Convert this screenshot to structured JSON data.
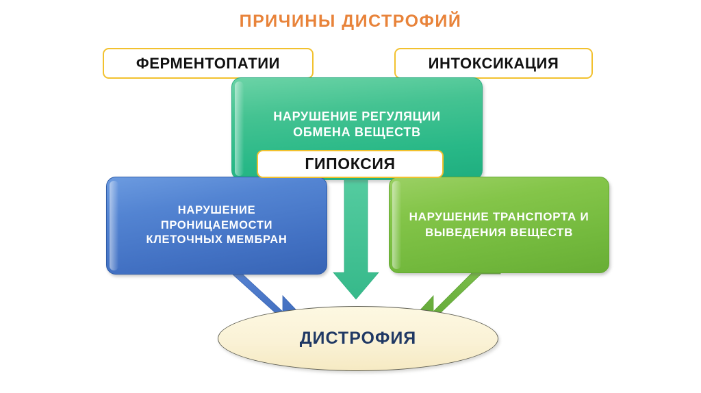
{
  "slide": {
    "title": "ПРИЧИНЫ ДИСТРОФИЙ",
    "background_color": "#FFFFFF",
    "title_color": "#E8833A"
  },
  "causes": {
    "enzymopathy": {
      "label": "ФЕРМЕНТОПАТИИ",
      "border_color": "#F2C12E",
      "fill_color": "#FFFFFF",
      "text_color": "#111111"
    },
    "intoxication": {
      "label": "ИНТОКСИКАЦИЯ",
      "border_color": "#F2C12E",
      "fill_color": "#FFFFFF",
      "text_color": "#111111"
    },
    "hypoxia": {
      "label": "ГИПОКСИЯ",
      "border_color": "#F2C12E",
      "fill_color": "#FFFFFF",
      "text_color": "#111111"
    }
  },
  "mechanisms": {
    "regulation": {
      "line1": "НАРУШЕНИЕ  РЕГУЛЯЦИИ",
      "line2": "ОБМЕНА  ВЕЩЕСТВ",
      "fill_color": "#3CBE8D",
      "text_color": "#FFFFFF"
    },
    "membranes": {
      "line1": "НАРУШЕНИЕ",
      "line2": "ПРОНИЦАЕМОСТИ",
      "line3": "КЛЕТОЧНЫХ МЕМБРАН",
      "fill_color": "#4877C9",
      "text_color": "#FFFFFF"
    },
    "transport": {
      "line1": "НАРУШЕНИЕ ТРАНСПОРТА И",
      "line2": "ВЫВЕДЕНИЯ ВЕЩЕСТВ",
      "fill_color": "#7BBE43",
      "text_color": "#FFFFFF"
    }
  },
  "result": {
    "label": "ДИСТРОФИЯ",
    "fill_color": "#FAF2D6",
    "border_color": "#5E5E52",
    "text_color": "#1F3864"
  },
  "arrows": [
    {
      "name": "arrow-membranes-to-dystrophy",
      "from": "membranes",
      "to": "result",
      "direction": "down-right",
      "color": "#4877C9"
    },
    {
      "name": "arrow-regulation-to-dystrophy",
      "from": "regulation",
      "to": "result",
      "direction": "down",
      "color": "#45C196"
    },
    {
      "name": "arrow-transport-to-dystrophy",
      "from": "transport",
      "to": "result",
      "direction": "down-left",
      "color": "#6EB443"
    }
  ]
}
